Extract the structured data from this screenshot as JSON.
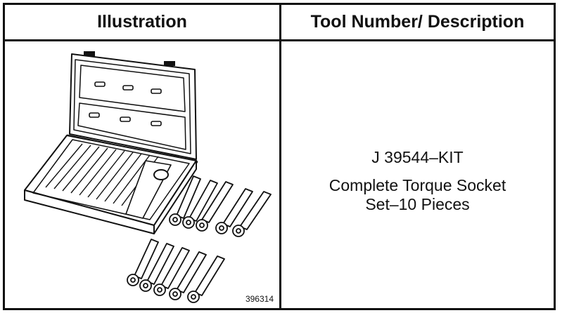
{
  "table": {
    "headers": {
      "illustration": "Illustration",
      "description": "Tool Number/ Description"
    },
    "rows": [
      {
        "illustration": {
          "icon": "torque-socket-set-case-icon",
          "figure_number": "396314"
        },
        "tool_number": "J 39544–KIT",
        "description_lines": [
          "Complete Torque Socket",
          "Set–10 Pieces"
        ]
      }
    ]
  }
}
